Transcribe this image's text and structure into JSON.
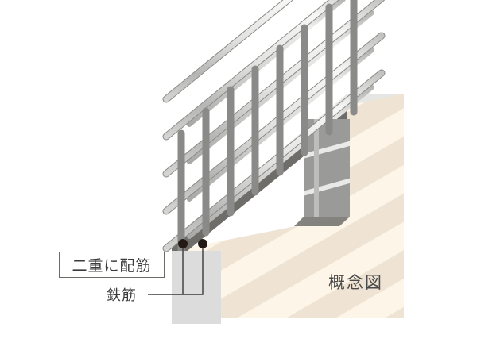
{
  "figure": {
    "title_caption": "概念図",
    "annotations": [
      {
        "id": "double-rebar",
        "text": "二重に配筋",
        "style": "boxed-callout"
      },
      {
        "id": "rebar",
        "text": "鉄筋",
        "style": "leader-line-callout"
      }
    ]
  },
  "labels": {
    "double_rebar": "二重に配筋",
    "rebar": "鉄筋",
    "concept_diagram": "概念図"
  },
  "colors": {
    "rebar_light": "#f2f2f1",
    "rebar_mid": "#d7d7d6",
    "rebar_shadow": "#a8a8a6",
    "rebar_outline": "#8a8a88",
    "concrete_band_light": "#fdf5e7",
    "concrete_band_dark": "#efe4d3",
    "concrete_top_face": "#6f6d69",
    "concrete_cut_face": "#9a9a98",
    "end_face": "#dcdcdc",
    "top_edge": "#e2e2e0",
    "leader_line": "#3a3a3a",
    "dot": "#231a16",
    "label_border": "#6e6a66",
    "text": "#3b3b3b",
    "background": "#ffffff"
  },
  "structure": {
    "element": "reinforced-concrete-wall",
    "reinforcement": "double-layer mesh",
    "rebar_layers": 2,
    "vertical_bar_count": 9,
    "horizontal_bar_rows": 6,
    "marker_dots": 2
  }
}
